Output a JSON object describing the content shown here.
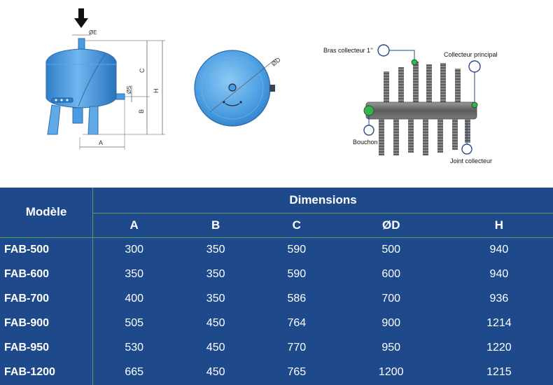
{
  "diagram": {
    "tank_side": {
      "labels": {
        "e": "ØE",
        "c": "C",
        "h": "H",
        "s": "ØS",
        "b": "B",
        "a": "A"
      }
    },
    "tank_top": {
      "labels": {
        "d": "ØD"
      }
    },
    "collector": {
      "labels": {
        "bras": "Bras collecteur 1’’",
        "principal": "Collecteur principal",
        "bouchon": "Bouchon",
        "joint": "Joint collecteur"
      }
    }
  },
  "table": {
    "header_model": "Modèle",
    "header_group": "Dimensions",
    "columns": [
      "A",
      "B",
      "C",
      "ØD",
      "H"
    ],
    "rows": [
      {
        "model": "FAB-500",
        "values": [
          "300",
          "350",
          "590",
          "500",
          "940"
        ]
      },
      {
        "model": "FAB-600",
        "values": [
          "350",
          "350",
          "590",
          "600",
          "940"
        ]
      },
      {
        "model": "FAB-700",
        "values": [
          "400",
          "350",
          "586",
          "700",
          "936"
        ]
      },
      {
        "model": "FAB-900",
        "values": [
          "505",
          "450",
          "764",
          "900",
          "1214"
        ]
      },
      {
        "model": "FAB-950",
        "values": [
          "530",
          "450",
          "770",
          "950",
          "1220"
        ]
      },
      {
        "model": "FAB-1200",
        "values": [
          "665",
          "450",
          "765",
          "1200",
          "1215"
        ]
      }
    ]
  },
  "colors": {
    "table_bg": "#1e4a8c",
    "tank_blue": "#3d8fd6",
    "tank_light": "#7cc0f0",
    "pipe_gray": "#6f6f6f",
    "accent_green": "#2eb84b"
  }
}
